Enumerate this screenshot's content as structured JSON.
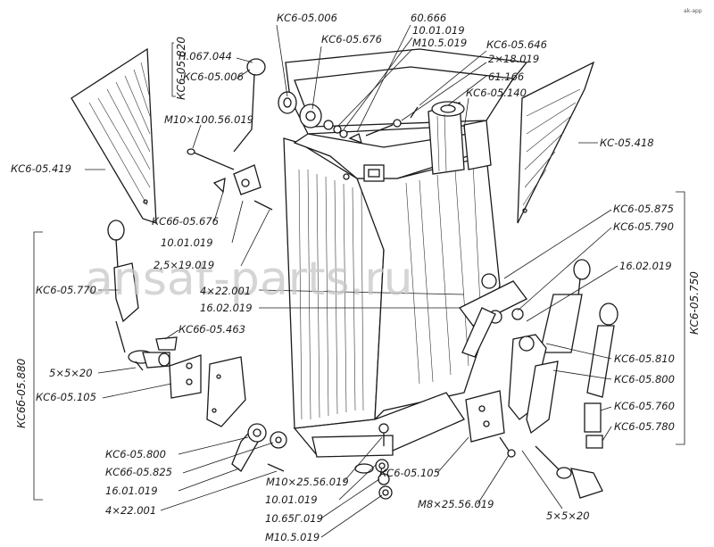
{
  "watermark": "ansat-parts.ru",
  "corner_mark": "ak-арр",
  "labels": {
    "l01": "КС6-05.006",
    "l02": "60.666",
    "l03": "КС6-05.676",
    "l04": "10.01.019",
    "l05": "М10.5.019",
    "l06": "КС6-05.646",
    "l07": "2×18.019",
    "l08": "61.166",
    "l09": "КС6-05.140",
    "l10": "Н.067.044",
    "l11": "КС6-05.006",
    "l12": "М10×100.56.019",
    "l13": "КС6-05.419",
    "l14": "КС-05.418",
    "l15": "КС6б-05.676",
    "l16": "10.01.019",
    "l17": "2,5×19.019",
    "l18": "КС6-05.875",
    "l19": "КС6-05.790",
    "l20": "16.02.019",
    "l21": "4×22.001",
    "l22": "16.02.019",
    "l23": "КС6-05.770",
    "l24": "КС6б-05.463",
    "l25": "КС6-05.810",
    "l26": "5×5×20",
    "l27": "КС6-05.105",
    "l28": "КС6-05.800",
    "l29": "КС6-05.760",
    "l30": "КС6-05.780",
    "l31": "КС6-05.800",
    "l32": "КС6б-05.825",
    "l33": "16.01.019",
    "l34": "4×22.001",
    "l35": "М10×25.56.019",
    "l36": "10.01.019",
    "l37": "10.65Г.019",
    "l38": "М10.5.019",
    "l39": "КС6-05.105",
    "l40": "М8×25.56.019",
    "l41": "5×5×20"
  },
  "vertical_labels": {
    "v1": "КС6-05.820",
    "v2": "КС6б-05.880",
    "v3": "КС6-05.750"
  }
}
